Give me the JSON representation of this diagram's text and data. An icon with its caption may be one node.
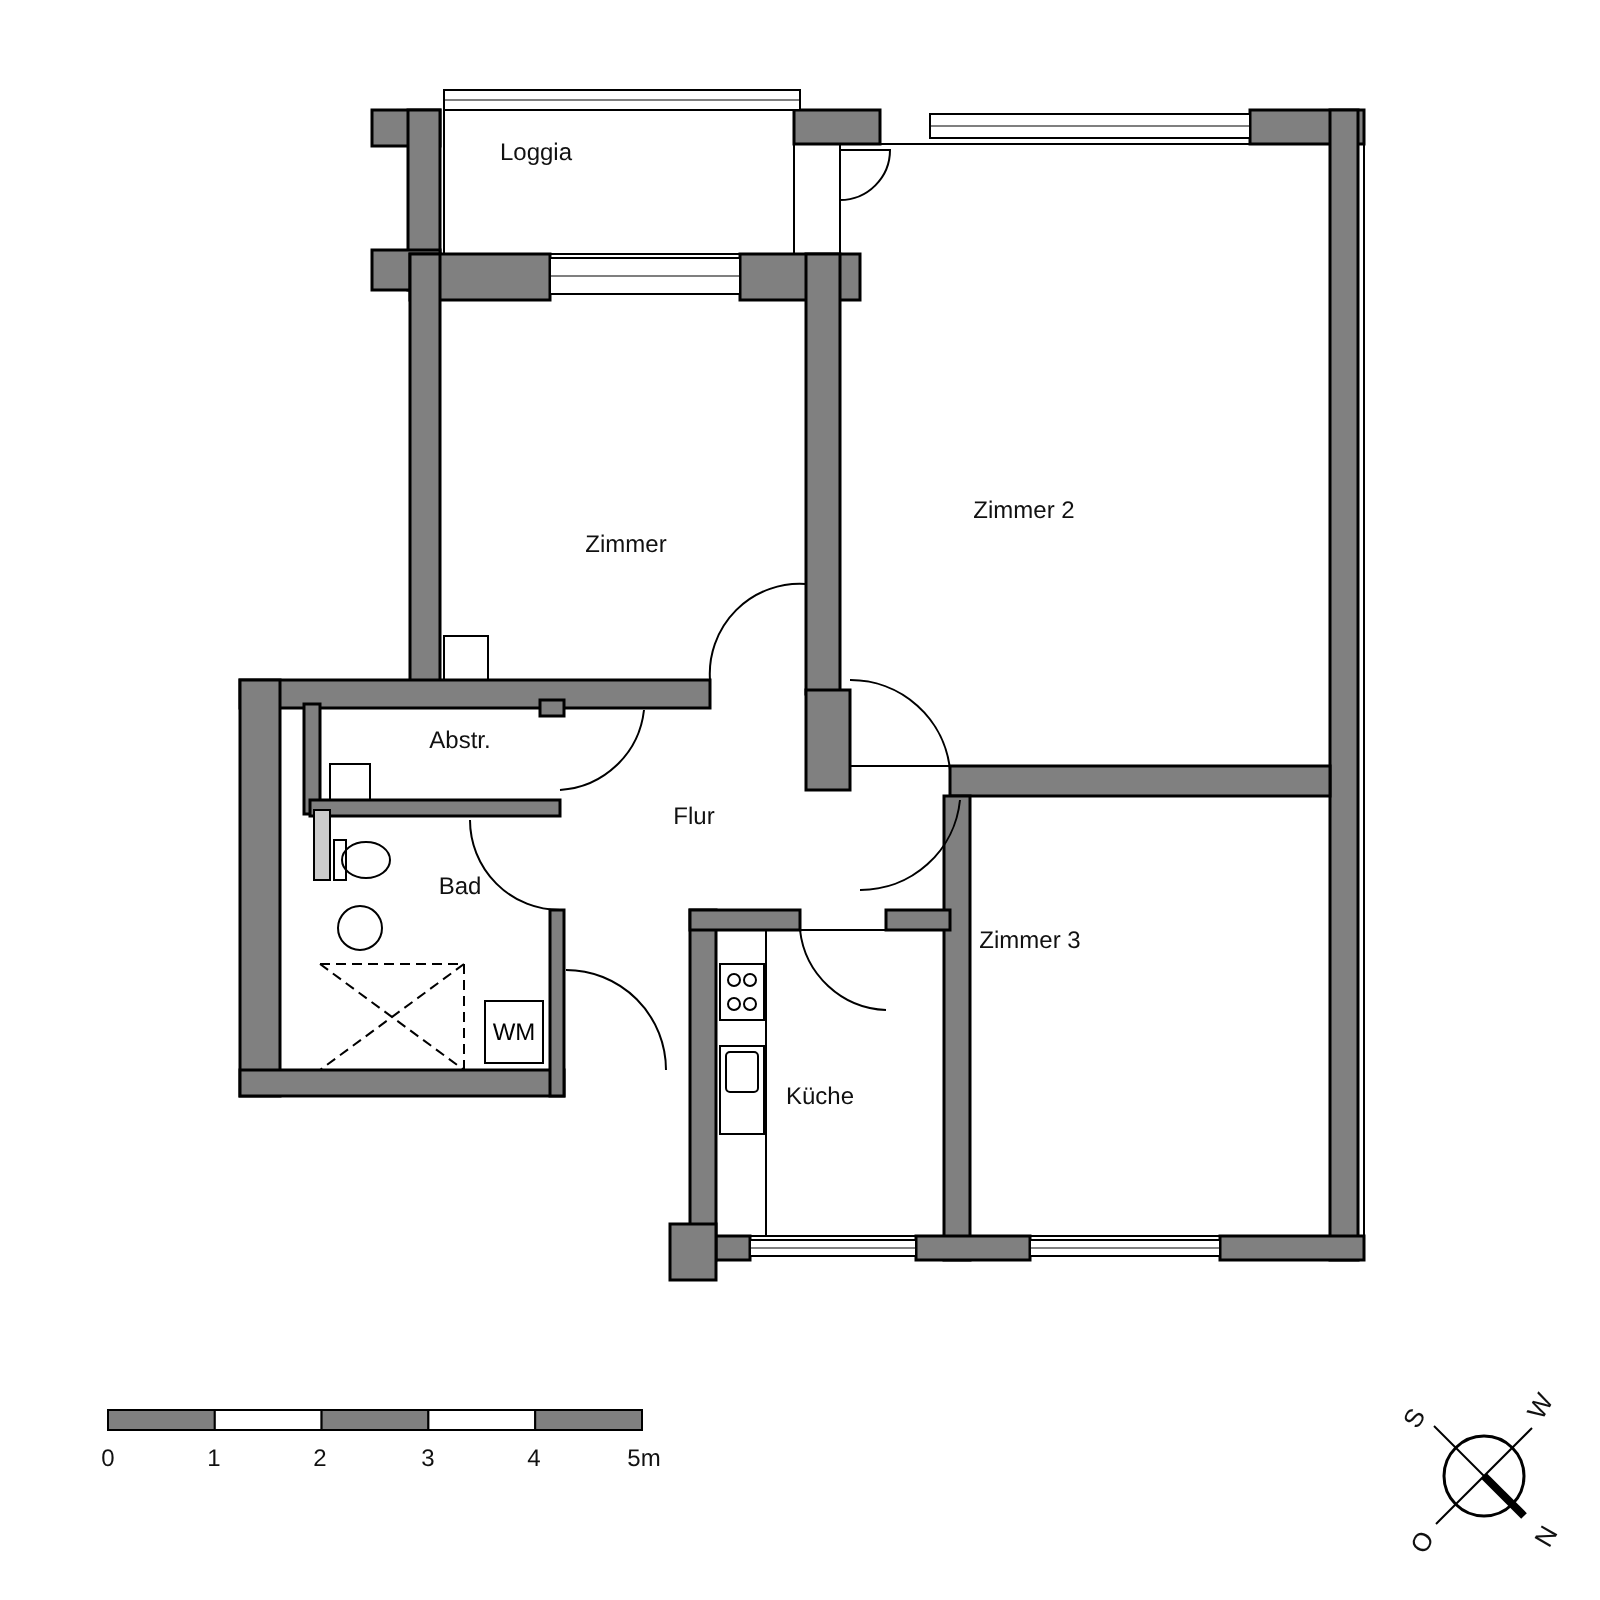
{
  "diagram": {
    "nodes": [
      {
        "text": [
          "WM"
        ]
      }
    ],
    "labels": [
      "Loggia",
      "Zimmer",
      "Zimmer 2",
      "Abstr.",
      "Flur",
      "Bad",
      "Zimmer 3",
      "Küche",
      "0",
      "1",
      "2",
      "3",
      "4",
      "5m",
      "S",
      "W",
      "O",
      "N"
    ]
  }
}
